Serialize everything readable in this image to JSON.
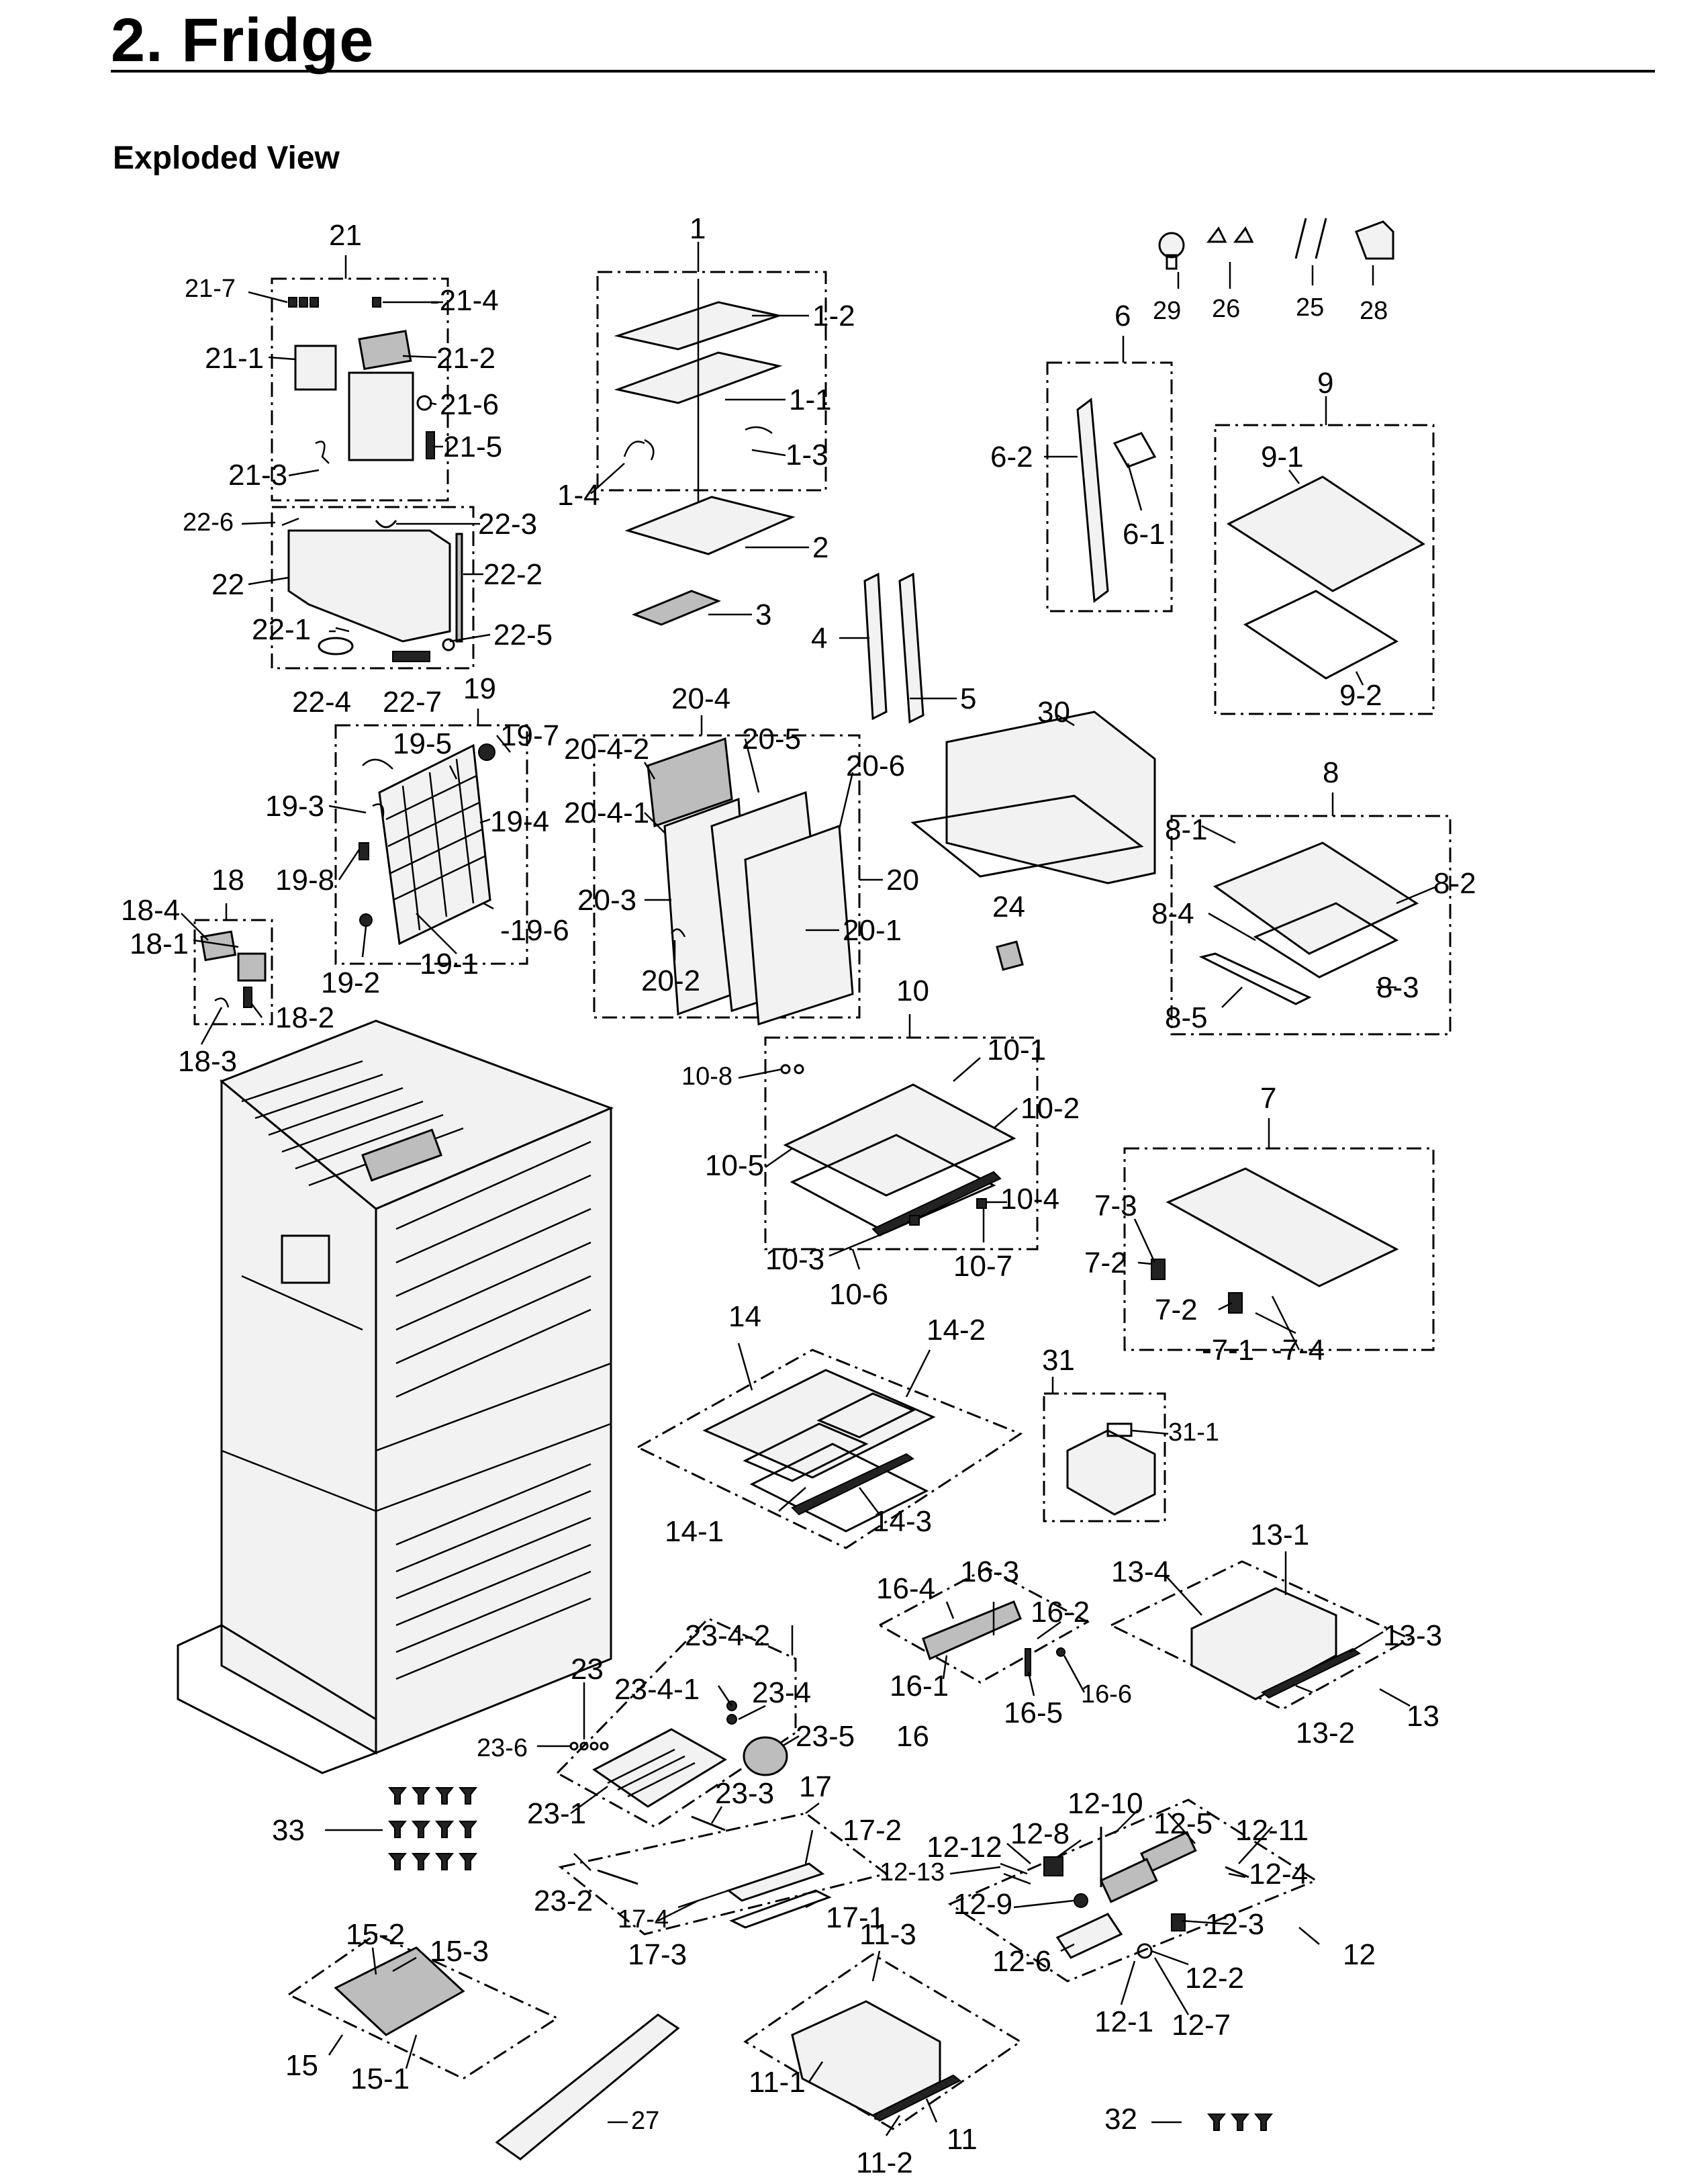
{
  "heading": "2. Fridge",
  "subheading": "Exploded View",
  "labels": [
    {
      "key": "l21",
      "text": "21"
    },
    {
      "key": "l21_7",
      "text": "21-7"
    },
    {
      "key": "l21_4",
      "text": "-21-4"
    },
    {
      "key": "l21_1",
      "text": "21-1"
    },
    {
      "key": "l21_2",
      "text": "21-2"
    },
    {
      "key": "l21_6",
      "text": "21-6"
    },
    {
      "key": "l21_5",
      "text": "21-5"
    },
    {
      "key": "l21_3",
      "text": "21-3"
    },
    {
      "key": "l22_6",
      "text": "22-6"
    },
    {
      "key": "l22_3",
      "text": "22-3"
    },
    {
      "key": "l22",
      "text": "22"
    },
    {
      "key": "l22_2",
      "text": "22-2"
    },
    {
      "key": "l22_1",
      "text": "22-1"
    },
    {
      "key": "l22_5",
      "text": "22-5"
    },
    {
      "key": "l22_4",
      "text": "22-4"
    },
    {
      "key": "l22_7",
      "text": "22-7"
    },
    {
      "key": "l1",
      "text": "1"
    },
    {
      "key": "l1_2",
      "text": "1-2"
    },
    {
      "key": "l1_1",
      "text": "1-1"
    },
    {
      "key": "l1_3",
      "text": "1-3"
    },
    {
      "key": "l1_4",
      "text": "1-4"
    },
    {
      "key": "l2",
      "text": "2"
    },
    {
      "key": "l3",
      "text": "3"
    },
    {
      "key": "l4",
      "text": "4"
    },
    {
      "key": "l5",
      "text": "5"
    },
    {
      "key": "l29",
      "text": "29"
    },
    {
      "key": "l26",
      "text": "26"
    },
    {
      "key": "l25",
      "text": "25"
    },
    {
      "key": "l28",
      "text": "28"
    },
    {
      "key": "l6",
      "text": "6"
    },
    {
      "key": "l6_2",
      "text": "6-2"
    },
    {
      "key": "l6_1",
      "text": "6-1"
    },
    {
      "key": "l9",
      "text": "9"
    },
    {
      "key": "l9_1",
      "text": "9-1"
    },
    {
      "key": "l9_2",
      "text": "9-2"
    },
    {
      "key": "l19",
      "text": "19"
    },
    {
      "key": "l19_5",
      "text": "19-5"
    },
    {
      "key": "l19_7",
      "text": "19-7"
    },
    {
      "key": "l19_3",
      "text": "19-3"
    },
    {
      "key": "l19_4",
      "text": "19-4"
    },
    {
      "key": "l19_8",
      "text": "19-8"
    },
    {
      "key": "l19_6",
      "text": "-19-6"
    },
    {
      "key": "l19_1",
      "text": "19-1"
    },
    {
      "key": "l19_2",
      "text": "19-2"
    },
    {
      "key": "l20_4",
      "text": "20-4"
    },
    {
      "key": "l20_4_2",
      "text": "20-4-2"
    },
    {
      "key": "l20_5",
      "text": "20-5"
    },
    {
      "key": "l20_6",
      "text": "20-6"
    },
    {
      "key": "l20_4_1",
      "text": "20-4-1"
    },
    {
      "key": "l20_3",
      "text": "20-3"
    },
    {
      "key": "l20",
      "text": "20"
    },
    {
      "key": "l20_1",
      "text": "20-1"
    },
    {
      "key": "l20_2",
      "text": "20-2"
    },
    {
      "key": "l30",
      "text": "30"
    },
    {
      "key": "l24",
      "text": "24"
    },
    {
      "key": "l8",
      "text": "8"
    },
    {
      "key": "l8_1",
      "text": "8-1"
    },
    {
      "key": "l8_2",
      "text": "8-2"
    },
    {
      "key": "l8_4",
      "text": "8-4"
    },
    {
      "key": "l8_3",
      "text": "8-3"
    },
    {
      "key": "l8_5",
      "text": "8-5"
    },
    {
      "key": "l18",
      "text": "18"
    },
    {
      "key": "l18_4",
      "text": "18-4"
    },
    {
      "key": "l18_1",
      "text": "18-1"
    },
    {
      "key": "l18_2",
      "text": "18-2"
    },
    {
      "key": "l18_3",
      "text": "18-3"
    },
    {
      "key": "l10",
      "text": "10"
    },
    {
      "key": "l10_8",
      "text": "10-8"
    },
    {
      "key": "l10_1",
      "text": "10-1"
    },
    {
      "key": "l10_2",
      "text": "10-2"
    },
    {
      "key": "l10_5",
      "text": "10-5"
    },
    {
      "key": "l10_4",
      "text": "10-4"
    },
    {
      "key": "l10_3",
      "text": "10-3"
    },
    {
      "key": "l10_6",
      "text": "10-6"
    },
    {
      "key": "l10_7",
      "text": "10-7"
    },
    {
      "key": "l7",
      "text": "7"
    },
    {
      "key": "l7_3",
      "text": "7-3"
    },
    {
      "key": "l7_2a",
      "text": "7-2"
    },
    {
      "key": "l7_2b",
      "text": "7-2"
    },
    {
      "key": "l7_1",
      "text": "-7-1"
    },
    {
      "key": "l7_4",
      "text": "-7-4"
    },
    {
      "key": "l14",
      "text": "14"
    },
    {
      "key": "l14_2",
      "text": "14-2"
    },
    {
      "key": "l14_1",
      "text": "14-1"
    },
    {
      "key": "l14_3",
      "text": "14-3"
    },
    {
      "key": "l31",
      "text": "31"
    },
    {
      "key": "l31_1",
      "text": "31-1"
    },
    {
      "key": "l13_1",
      "text": "13-1"
    },
    {
      "key": "l13_4",
      "text": "13-4"
    },
    {
      "key": "l13_3",
      "text": "13-3"
    },
    {
      "key": "l13",
      "text": "13"
    },
    {
      "key": "l13_2",
      "text": "13-2"
    },
    {
      "key": "l16_4",
      "text": "16-4"
    },
    {
      "key": "l16_3",
      "text": "16-3"
    },
    {
      "key": "l16_2",
      "text": "16-2"
    },
    {
      "key": "l16_1",
      "text": "16-1"
    },
    {
      "key": "l16_6",
      "text": "16-6"
    },
    {
      "key": "l16_5",
      "text": "16-5"
    },
    {
      "key": "l16",
      "text": "16"
    },
    {
      "key": "l23_4_2",
      "text": "23-4-2"
    },
    {
      "key": "l23",
      "text": "23"
    },
    {
      "key": "l23_4_1",
      "text": "23-4-1"
    },
    {
      "key": "l23_4",
      "text": "23-4"
    },
    {
      "key": "l23_6",
      "text": "23-6"
    },
    {
      "key": "l23_5",
      "text": "23-5"
    },
    {
      "key": "l23_3",
      "text": "23-3"
    },
    {
      "key": "l23_1",
      "text": "23-1"
    },
    {
      "key": "l23_2",
      "text": "23-2"
    },
    {
      "key": "l17",
      "text": "17"
    },
    {
      "key": "l17_2",
      "text": "17-2"
    },
    {
      "key": "l17_4",
      "text": "17-4"
    },
    {
      "key": "l17_1",
      "text": "17-1"
    },
    {
      "key": "l17_3",
      "text": "17-3"
    },
    {
      "key": "l33",
      "text": "33"
    },
    {
      "key": "l12_10",
      "text": "12-10"
    },
    {
      "key": "l12_5",
      "text": "12-5"
    },
    {
      "key": "l12_12",
      "text": "12-12"
    },
    {
      "key": "l12_8",
      "text": "12-8"
    },
    {
      "key": "l12_11",
      "text": "12-11"
    },
    {
      "key": "l12_13",
      "text": "12-13"
    },
    {
      "key": "l12_4",
      "text": "12-4"
    },
    {
      "key": "l12_9",
      "text": "12-9"
    },
    {
      "key": "l12_3",
      "text": "12-3"
    },
    {
      "key": "l12",
      "text": "12"
    },
    {
      "key": "l12_6",
      "text": "12-6"
    },
    {
      "key": "l12_2",
      "text": "12-2"
    },
    {
      "key": "l12_1",
      "text": "12-1"
    },
    {
      "key": "l12_7",
      "text": "12-7"
    },
    {
      "key": "l15_2",
      "text": "15-2"
    },
    {
      "key": "l15_3",
      "text": "15-3"
    },
    {
      "key": "l15",
      "text": "15"
    },
    {
      "key": "l15_1",
      "text": "15-1"
    },
    {
      "key": "l11_3",
      "text": "11-3"
    },
    {
      "key": "l11_1",
      "text": "11-1"
    },
    {
      "key": "l11",
      "text": "11"
    },
    {
      "key": "l11_2",
      "text": "11-2"
    },
    {
      "key": "l27",
      "text": "27"
    },
    {
      "key": "l32",
      "text": "32"
    }
  ]
}
